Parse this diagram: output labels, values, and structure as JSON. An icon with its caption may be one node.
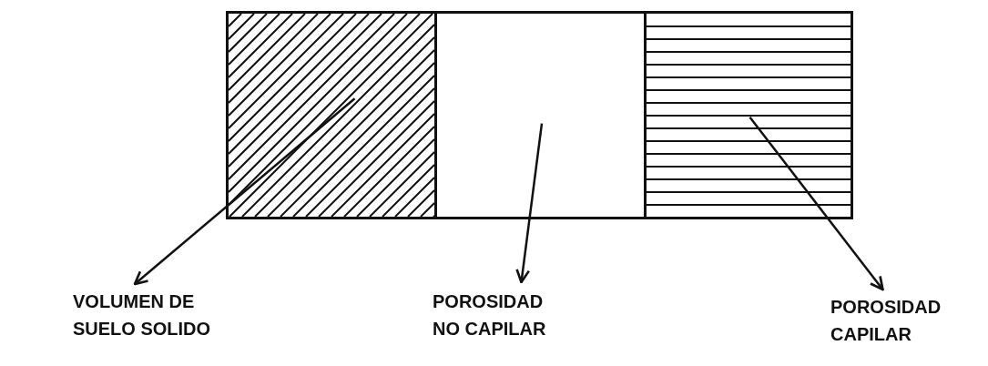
{
  "diagram": {
    "nodes": [
      {
        "text": [],
        "shape": "box"
      },
      {
        "text": [],
        "shape": "box"
      },
      {
        "text": [],
        "shape": "box"
      },
      {
        "text": [
          "VOLUMEN DE SUELO SOLIDO"
        ]
      },
      {
        "text": [
          "POROSIDAD NO CAPILAR"
        ]
      },
      {
        "text": [
          "POROSIDAD CAPILAR"
        ]
      }
    ],
    "edges": [
      {
        "from": 0,
        "to": 3,
        "arrow": "to"
      },
      {
        "from": 1,
        "to": 4,
        "arrow": "to"
      },
      {
        "from": 2,
        "to": 5,
        "arrow": "to"
      }
    ]
  }
}
